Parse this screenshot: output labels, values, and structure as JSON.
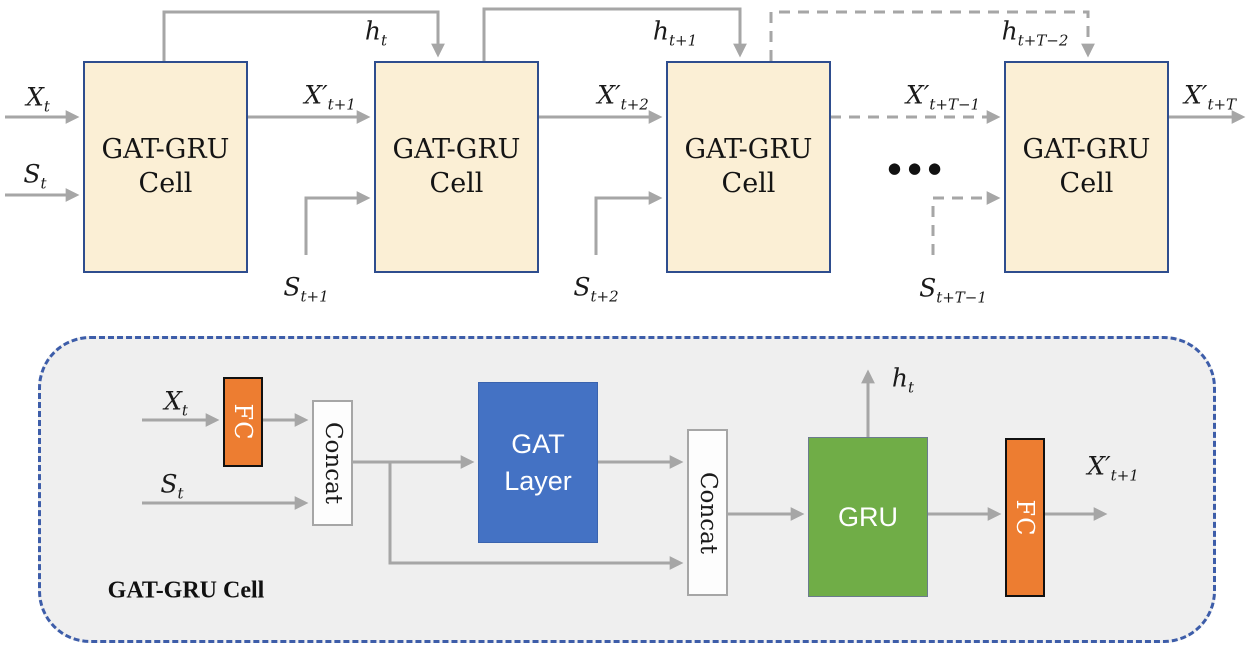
{
  "figure": {
    "type": "architecture-diagram",
    "top_row": {
      "cells": [
        {
          "line1": "GAT-GRU",
          "line2": "Cell"
        },
        {
          "line1": "GAT-GRU",
          "line2": "Cell"
        },
        {
          "line1": "GAT-GRU",
          "line2": "Cell"
        },
        {
          "line1": "GAT-GRU",
          "line2": "Cell"
        }
      ],
      "labels": {
        "x_in": {
          "base": "X",
          "sub": "t"
        },
        "s_in": {
          "base": "S",
          "sub": "t"
        },
        "out1": {
          "base": "X′",
          "sub": "t+1"
        },
        "out2": {
          "base": "X′",
          "sub": "t+2"
        },
        "out3": {
          "base": "X′",
          "sub": "t+T−1"
        },
        "out4": {
          "base": "X′",
          "sub": "t+T"
        },
        "h1": {
          "base": "h",
          "sub": "t"
        },
        "h2": {
          "base": "h",
          "sub": "t+1"
        },
        "h3": {
          "base": "h",
          "sub": "t+T−2"
        },
        "s1": {
          "base": "S",
          "sub": "t+1"
        },
        "s2": {
          "base": "S",
          "sub": "t+2"
        },
        "s3": {
          "base": "S",
          "sub": "t+T−1"
        },
        "ellipsis": "●●●"
      }
    },
    "cell_detail": {
      "title": "GAT-GRU Cell",
      "blocks": {
        "fc_in": "FC",
        "concat_in": "Concat",
        "gat_line1": "GAT",
        "gat_line2": "Layer",
        "concat_mid": "Concat",
        "gru": "GRU",
        "fc_out": "FC"
      },
      "labels": {
        "x_in": {
          "base": "X",
          "sub": "t"
        },
        "s_in": {
          "base": "S",
          "sub": "t"
        },
        "h_out": {
          "base": "h",
          "sub": "t"
        },
        "x_out": {
          "base": "X′",
          "sub": "t+1"
        }
      }
    },
    "colors": {
      "cell_fill": "#FBEFD5",
      "cell_border": "#2E4D8E",
      "arrow_gray": "#A6A6A6",
      "fc_orange": "#ED7D31",
      "gat_blue": "#4472C4",
      "gru_green": "#70AD47",
      "panel_fill": "#EFEFEF",
      "panel_border": "#3D5DA9"
    }
  }
}
